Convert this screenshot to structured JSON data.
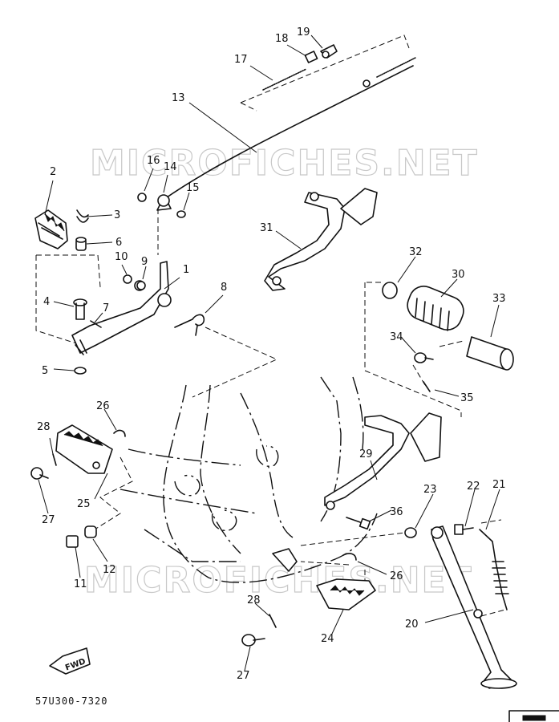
{
  "watermark_text": "MICROFICHES.NET",
  "diagram_code": "57U300-7320",
  "fwd_label": "FWD",
  "callouts": [
    "1",
    "2",
    "3",
    "4",
    "5",
    "6",
    "7",
    "8",
    "9",
    "10",
    "11",
    "12",
    "13",
    "14",
    "15",
    "16",
    "17",
    "18",
    "19",
    "20",
    "21",
    "22",
    "23",
    "24",
    "25",
    "26",
    "26",
    "27",
    "27",
    "28",
    "28",
    "29",
    "30",
    "31",
    "32",
    "33",
    "34",
    "35",
    "36"
  ]
}
